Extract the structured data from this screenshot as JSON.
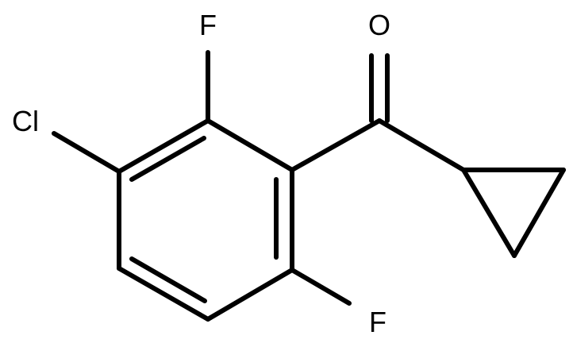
{
  "molecule": {
    "atom_labels": {
      "oxygen": "O",
      "fluorine_top": "F",
      "chlorine": "Cl",
      "fluorine_bottom": "F"
    }
  }
}
